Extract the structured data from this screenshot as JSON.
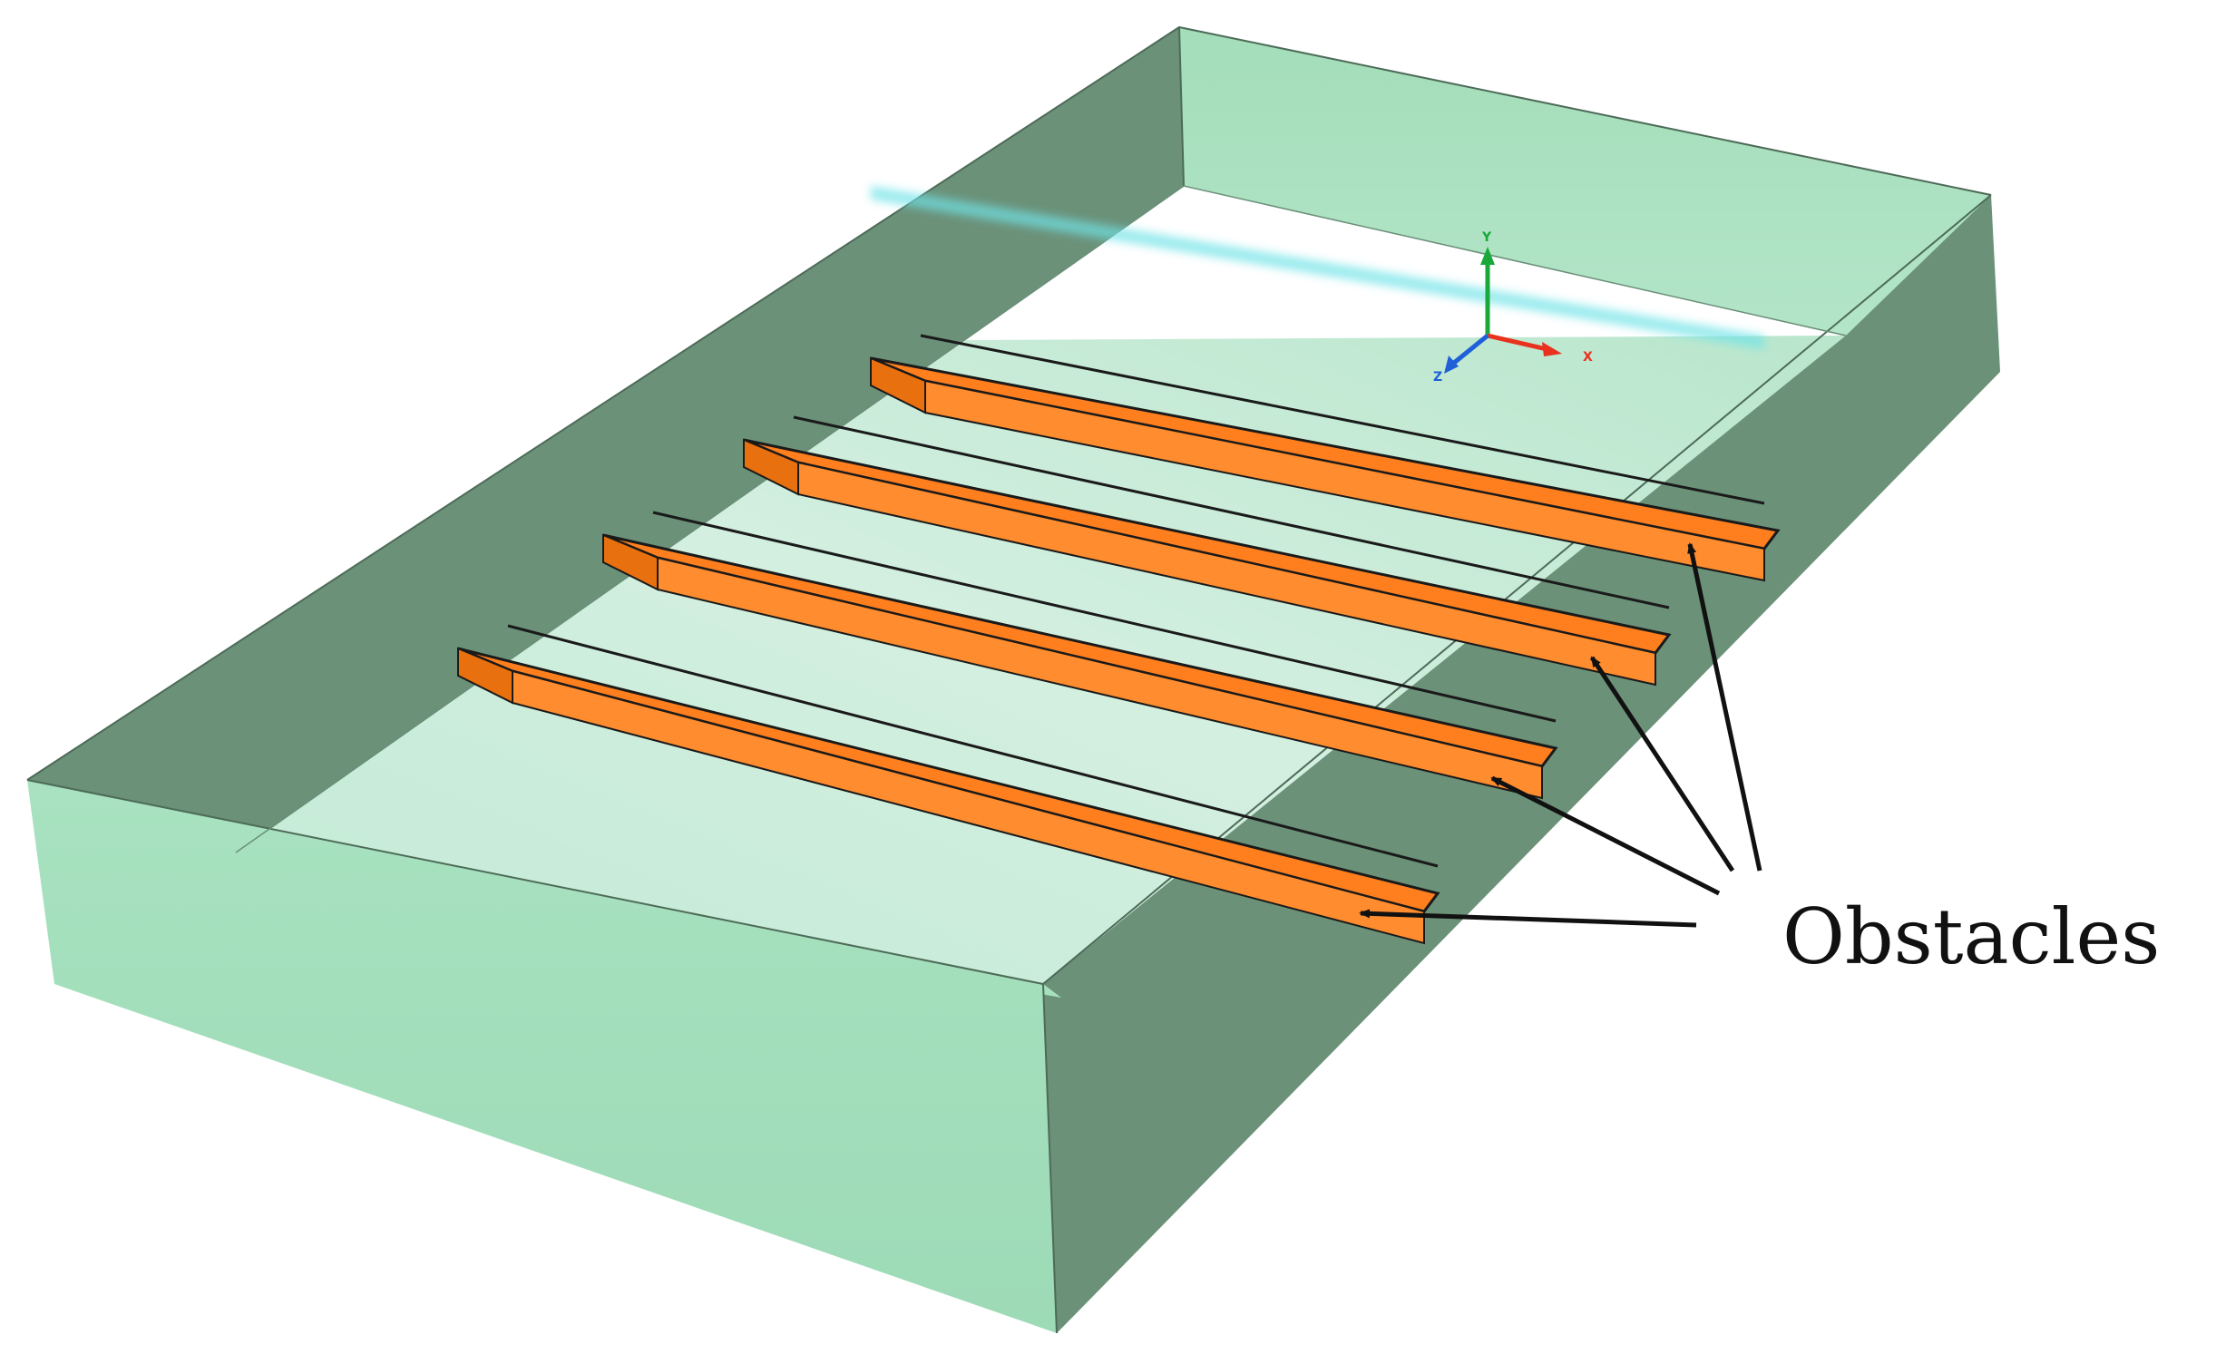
{
  "annotation": {
    "label": "Obstacles"
  },
  "axes": {
    "y_label": "Y",
    "x_label": "X",
    "z_label": "Z"
  },
  "obstacle_count": 4,
  "colors": {
    "wall_dark": "#6b9178",
    "wall_light": "#a6e0bd",
    "floor": "#bde8d0",
    "obstacle": "#ff7f1f",
    "obstacle_edge": "#1a1a1a",
    "glow": "#6fe3e8",
    "arrow": "#111111",
    "axis_x": "#e8321e",
    "axis_y": "#1aa83a",
    "axis_z": "#1f5fd8"
  }
}
